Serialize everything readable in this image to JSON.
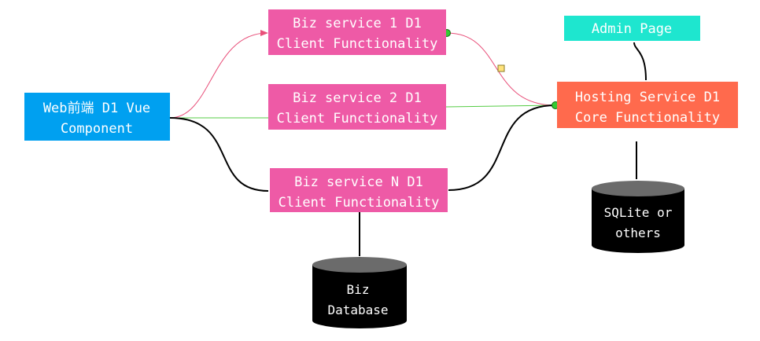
{
  "colors": {
    "web": "#00a0f0",
    "biz": "#ee5aa6",
    "hosting": "#ff6a4d",
    "admin": "#1ee6cf",
    "db": "#000000",
    "db_top": "#6b6b6b",
    "edge_pink": "#e8507a",
    "edge_green": "#55cc44",
    "edge_black": "#000000",
    "handle_green": "#33cc33",
    "handle_yellow": "#ffe27a"
  },
  "nodes": {
    "web": {
      "line1": "Web前端 D1 Vue",
      "line2": "Component"
    },
    "biz1": {
      "line1": "Biz service 1 D1",
      "line2": "Client Functionality"
    },
    "biz2": {
      "line1": "Biz service 2 D1",
      "line2": "Client Functionality"
    },
    "bizN": {
      "line1": "Biz service N D1",
      "line2": "Client Functionality"
    },
    "hosting": {
      "line1": "Hosting Service D1",
      "line2": "Core Functionality"
    },
    "admin": {
      "label": "Admin Page"
    },
    "sqlite": {
      "line1": "SQLite or",
      "line2": "others"
    },
    "bizdb": {
      "line1": "Biz",
      "line2": "Database"
    }
  }
}
